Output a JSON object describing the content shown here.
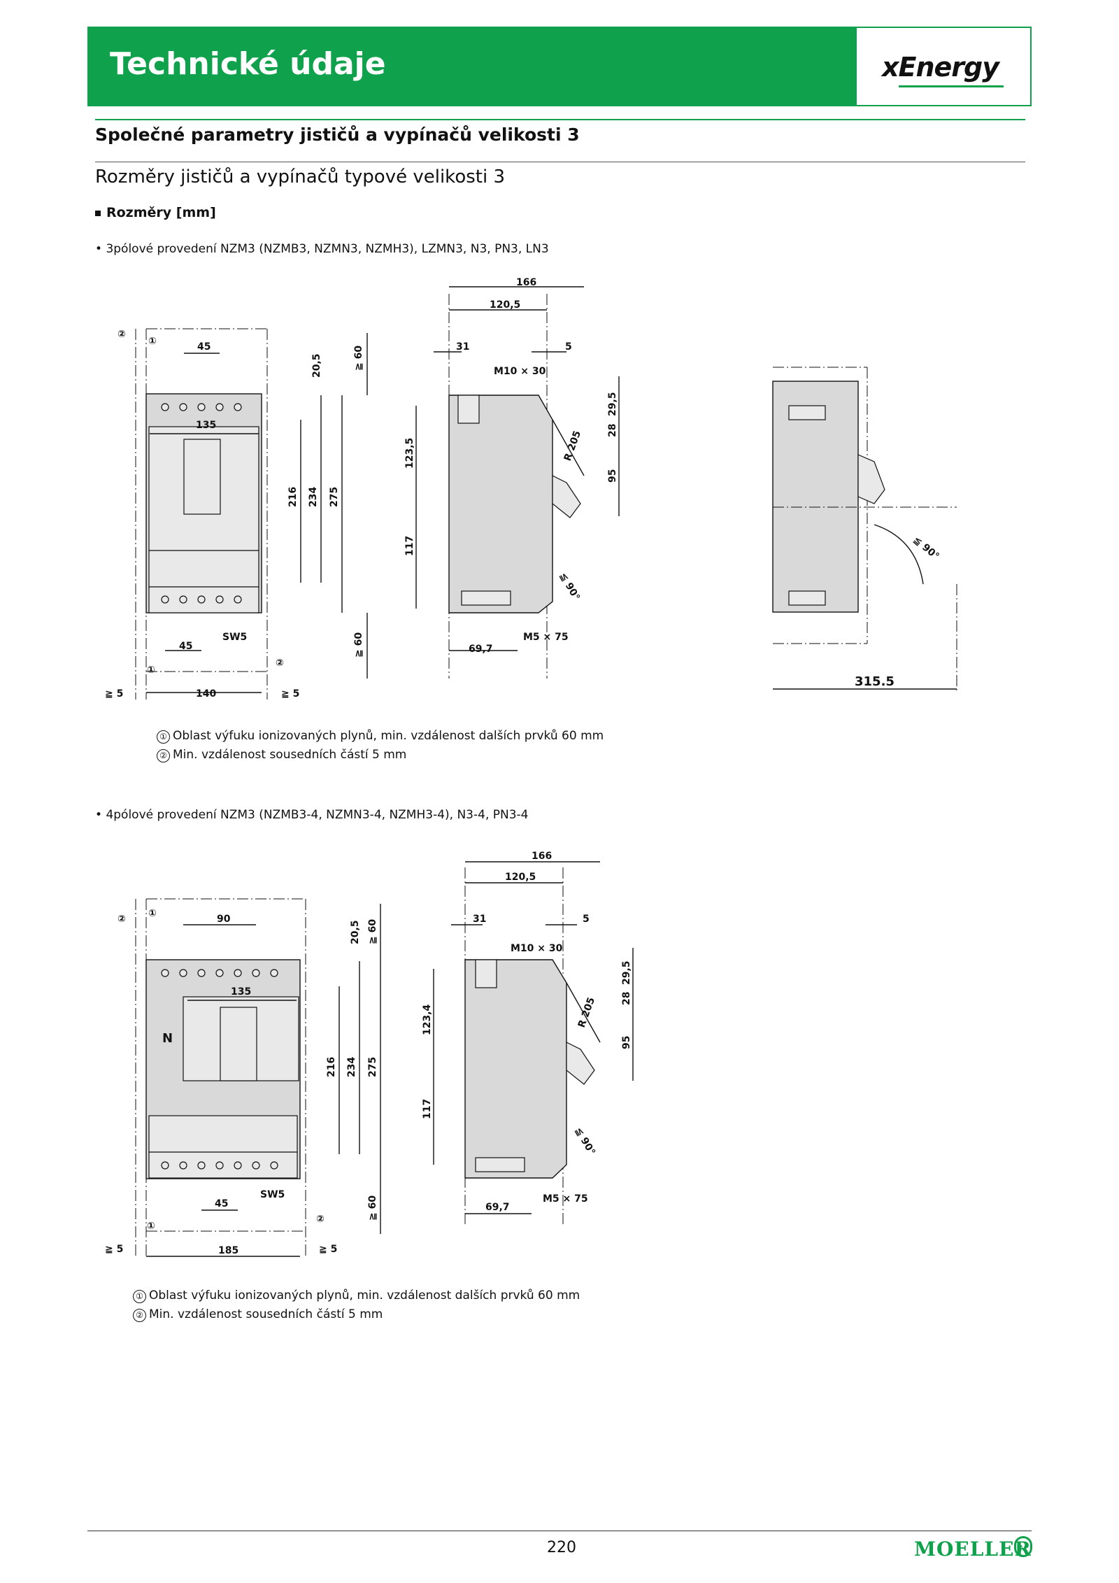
{
  "header": {
    "title": "Technické údaje",
    "brand": "xEnergy",
    "brand_color": "#0fa14b"
  },
  "section": {
    "subtitle": "Společné parametry jističů a vypínačů velikosti 3",
    "heading": "Rozměry jističů a vypínačů typové velikosti 3",
    "sub_heading": "Rozměry [mm]"
  },
  "figure1": {
    "caption": "3pólové provedení NZM3 (NZMB3, NZMN3, NZMH3), LZMN3, N3, PN3, LN3",
    "front": {
      "dims": [
        "45",
        "135",
        "216",
        "234",
        "275",
        "20,5",
        "≧ 60",
        "45",
        "SW5",
        "≧ 60",
        "140",
        "≧ 5",
        "≧ 5"
      ],
      "markers": [
        "②",
        "①",
        "①",
        "②"
      ]
    },
    "side": {
      "dims": [
        "166",
        "120,5",
        "31",
        "5",
        "M10 × 30",
        "29,5",
        "28",
        "95",
        "R 205",
        "123,5",
        "117",
        "≦ 90°",
        "69,7",
        "M5 × 75"
      ]
    },
    "rotation": {
      "angle": "≦ 90°",
      "dim": "315.5"
    },
    "notes": [
      "Oblast výfuku ionizovaných plynů, min. vzdálenost dalších prvků 60 mm",
      "Min. vzdálenost sousedních částí 5 mm"
    ],
    "note_markers": [
      "①",
      "②"
    ]
  },
  "figure2": {
    "caption": "4pólové provedení NZM3 (NZMB3-4, NZMN3-4, NZMH3-4), N3-4, PN3-4",
    "front": {
      "dims": [
        "90",
        "135",
        "216",
        "234",
        "275",
        "20,5",
        "≧ 60",
        "45",
        "SW5",
        "≧ 60",
        "185",
        "≧ 5",
        "≧ 5"
      ],
      "n_label": "N",
      "markers": [
        "②",
        "①",
        "①",
        "②"
      ]
    },
    "side": {
      "dims": [
        "166",
        "120,5",
        "31",
        "5",
        "M10 × 30",
        "29,5",
        "28",
        "95",
        "R 205",
        "123,4",
        "117",
        "≦ 90°",
        "69,7",
        "M5 × 75"
      ]
    },
    "notes": [
      "Oblast výfuku ionizovaných plynů, min. vzdálenost dalších prvků 60 mm",
      "Min. vzdálenost sousedních částí 5 mm"
    ],
    "note_markers": [
      "①",
      "②"
    ]
  },
  "footer": {
    "page_number": "220",
    "company": "MOELLER"
  }
}
